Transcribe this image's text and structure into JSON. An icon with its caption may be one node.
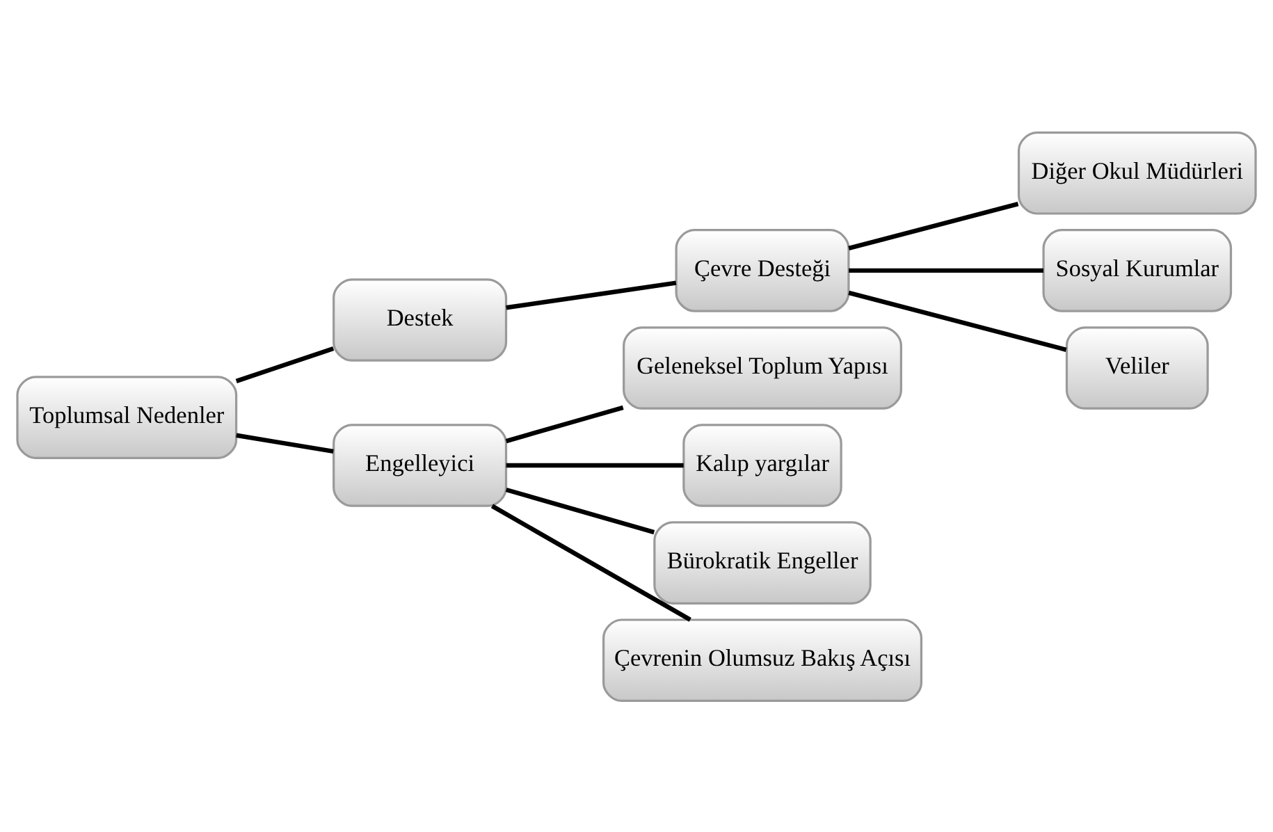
{
  "diagram": {
    "nodes": [
      {
        "text": [
          "Toplumsal Nedenler"
        ]
      },
      {
        "text": [
          "Destek"
        ]
      },
      {
        "text": [
          "Engelleyici"
        ]
      },
      {
        "text": [
          "Çevre Desteği"
        ]
      },
      {
        "text": [
          "Diğer Okul Müdürleri"
        ]
      },
      {
        "text": [
          "Sosyal Kurumlar"
        ]
      },
      {
        "text": [
          "Veliler"
        ]
      },
      {
        "text": [
          "Geleneksel Toplum Yapısı"
        ]
      },
      {
        "text": [
          "Kalıp yargılar"
        ]
      },
      {
        "text": [
          "Bürokratik Engeller"
        ]
      },
      {
        "text": [
          "Çevrenin Olumsuz Bakış Açısı"
        ]
      }
    ],
    "edges": [
      {
        "from": 0,
        "to": 1,
        "arrow": "none"
      },
      {
        "from": 0,
        "to": 2,
        "arrow": "none"
      },
      {
        "from": 1,
        "to": 3,
        "arrow": "none"
      },
      {
        "from": 3,
        "to": 4,
        "arrow": "none"
      },
      {
        "from": 3,
        "to": 5,
        "arrow": "none"
      },
      {
        "from": 3,
        "to": 6,
        "arrow": "none"
      },
      {
        "from": 2,
        "to": 7,
        "arrow": "none"
      },
      {
        "from": 2,
        "to": 8,
        "arrow": "none"
      },
      {
        "from": 2,
        "to": 9,
        "arrow": "none"
      },
      {
        "from": 2,
        "to": 10,
        "arrow": "none"
      }
    ]
  }
}
